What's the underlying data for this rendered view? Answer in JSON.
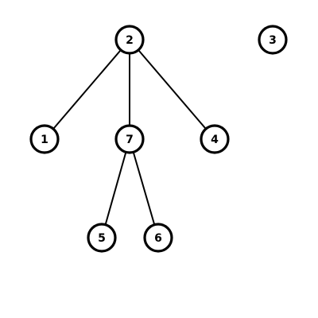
{
  "graph": {
    "nodes": [
      {
        "id": "n2",
        "label": "2"
      },
      {
        "id": "n3",
        "label": "3"
      },
      {
        "id": "n1",
        "label": "1"
      },
      {
        "id": "n7",
        "label": "7"
      },
      {
        "id": "n4",
        "label": "4"
      },
      {
        "id": "n5",
        "label": "5"
      },
      {
        "id": "n6",
        "label": "6"
      }
    ],
    "edges": [
      {
        "from": "n2",
        "to": "n1"
      },
      {
        "from": "n2",
        "to": "n7"
      },
      {
        "from": "n2",
        "to": "n4"
      },
      {
        "from": "n7",
        "to": "n5"
      },
      {
        "from": "n7",
        "to": "n6"
      }
    ],
    "colors": {
      "stroke": "#000000",
      "fill": "#ffffff",
      "text": "#000000"
    }
  }
}
